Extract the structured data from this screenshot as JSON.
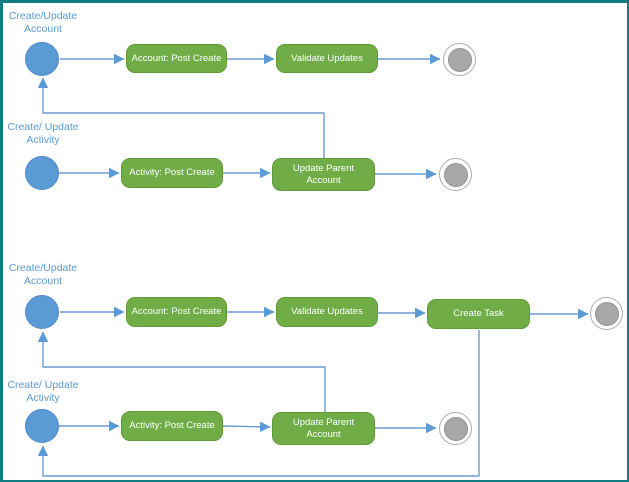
{
  "diagram": {
    "type": "workflow-flowchart",
    "colors": {
      "task_fill": "#70ad47",
      "task_border": "#5f9b38",
      "start_event_fill": "#5b9bd5",
      "connector": "#5b9bd5",
      "trigger_text": "#5b9bd5",
      "end_event_fill": "#a8a8a8",
      "page_border": "#0e7c80"
    },
    "sections": [
      {
        "lanes": [
          {
            "trigger_label": "Create/Update\nAccount",
            "steps": [
              "Account: Post Create",
              "Validate Updates"
            ],
            "end_event": "end"
          },
          {
            "trigger_label": "Create/ Update\nActivity",
            "steps": [
              "Activity: Post Create",
              "Update Parent\nAccount"
            ],
            "end_event": "end"
          }
        ]
      },
      {
        "lanes": [
          {
            "trigger_label": "Create/Update\nAccount",
            "steps": [
              "Account: Post Create",
              "Validate Updates",
              "Create Task"
            ],
            "end_event": "end"
          },
          {
            "trigger_label": "Create/ Update\nActivity",
            "steps": [
              "Activity: Post Create",
              "Update Parent\nAccount"
            ],
            "end_event": "end"
          }
        ]
      }
    ]
  }
}
